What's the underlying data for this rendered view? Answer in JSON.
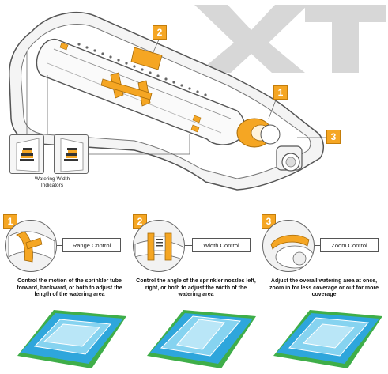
{
  "logo": {
    "text": "XT",
    "color": "#d7d7d7"
  },
  "colors": {
    "accent": "#f5a623",
    "accent_dark": "#c47d0a",
    "water_light": "#86d3f0",
    "water_dark": "#2ea6dc",
    "grass": "#3fae49"
  },
  "main_callouts": [
    {
      "number": "2"
    },
    {
      "number": "1"
    },
    {
      "number": "3"
    }
  ],
  "indicators_label": "Watering Width\nIndicators",
  "features": [
    {
      "number": "1",
      "title": "Range Control",
      "description": "Control the motion of the sprinkler tube forward, backward, or both to adjust the length of the watering area"
    },
    {
      "number": "2",
      "title": "Width Control",
      "description": "Control the angle of the sprinkler nozzles left, right, or both to adjust the width of the watering area"
    },
    {
      "number": "3",
      "title": "Zoom Control",
      "description": "Adjust the overall watering area at once, zoom in for less coverage or out for more coverage"
    }
  ]
}
